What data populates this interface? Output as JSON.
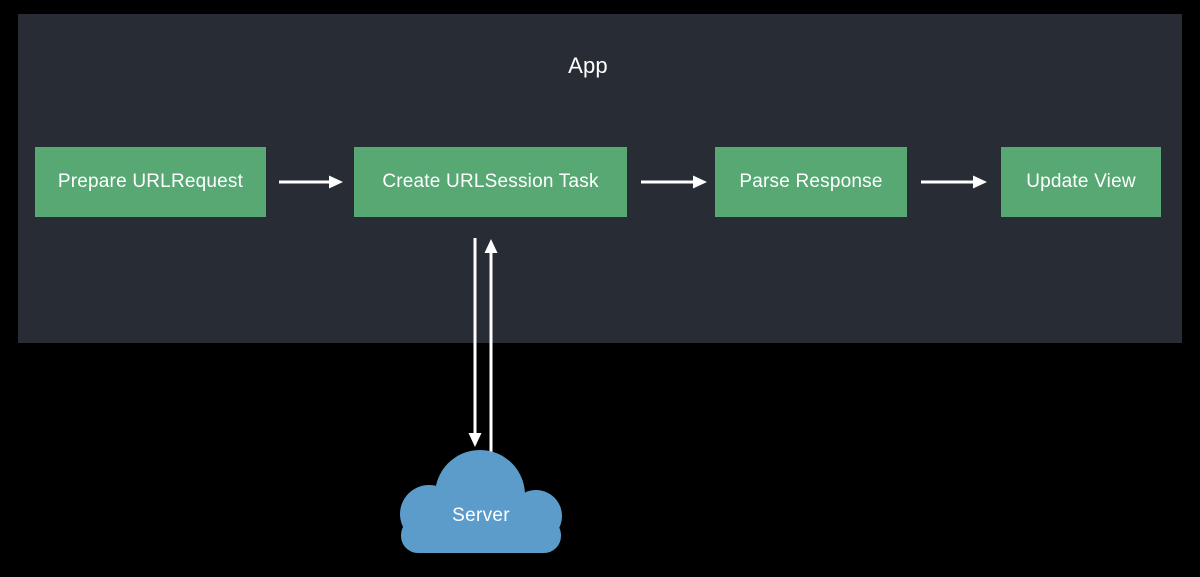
{
  "colors": {
    "page_bg": "#000000",
    "container_bg": "#282c34",
    "box_green": "#57a873",
    "cloud_blue": "#5b9cca",
    "arrow_white": "#ffffff",
    "text_white": "#ffffff"
  },
  "diagram": {
    "title": "App",
    "nodes": [
      {
        "id": "prepare-urlrequest",
        "label": "Prepare URLRequest"
      },
      {
        "id": "create-urlsession-task",
        "label": "Create URLSession Task"
      },
      {
        "id": "parse-response",
        "label": "Parse Response"
      },
      {
        "id": "update-view",
        "label": "Update View"
      }
    ],
    "server": {
      "label": "Server"
    },
    "edges": [
      {
        "from": "prepare-urlrequest",
        "to": "create-urlsession-task",
        "direction": "right"
      },
      {
        "from": "create-urlsession-task",
        "to": "parse-response",
        "direction": "right"
      },
      {
        "from": "parse-response",
        "to": "update-view",
        "direction": "right"
      },
      {
        "from": "create-urlsession-task",
        "to": "server",
        "direction": "down"
      },
      {
        "from": "server",
        "to": "create-urlsession-task",
        "direction": "up"
      }
    ]
  }
}
